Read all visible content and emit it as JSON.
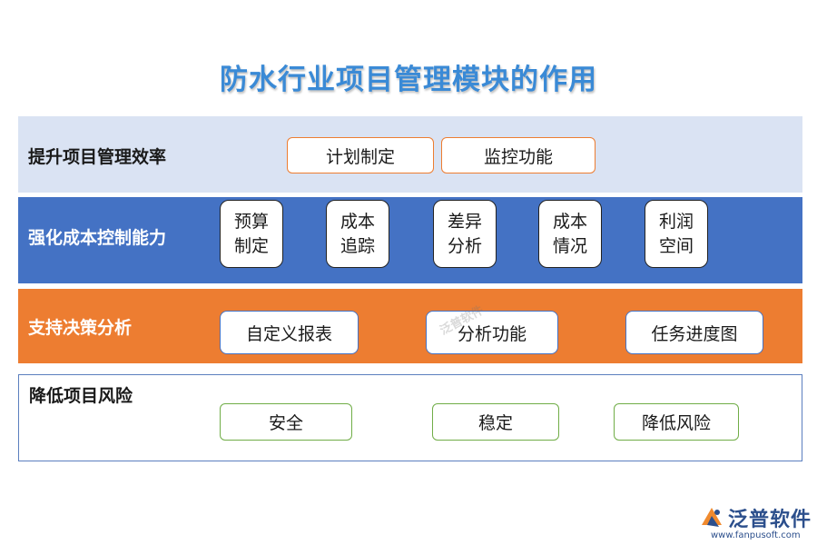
{
  "title": "防水行业项目管理模块的作用",
  "rows": [
    {
      "label": "提升项目管理效率",
      "items": [
        "计划制定",
        "监控功能"
      ]
    },
    {
      "label": "强化成本控制能力",
      "items": [
        "预算制定",
        "成本追踪",
        "差异分析",
        "成本情况",
        "利润空间"
      ]
    },
    {
      "label": "支持决策分析",
      "items": [
        "自定义报表",
        "分析功能",
        "任务进度图"
      ]
    },
    {
      "label": "降低项目风险",
      "items": [
        "安全",
        "稳定",
        "降低风险"
      ]
    }
  ],
  "watermark": "泛普软件",
  "logo": {
    "name": "泛普软件",
    "url": "www.fanpusoft.com"
  },
  "colors": {
    "title": "#3a8ad6",
    "row1_bg": "#dae3f3",
    "row2_bg": "#4472c4",
    "row3_bg": "#ed7d31",
    "row4_border": "#5b7fbf"
  }
}
